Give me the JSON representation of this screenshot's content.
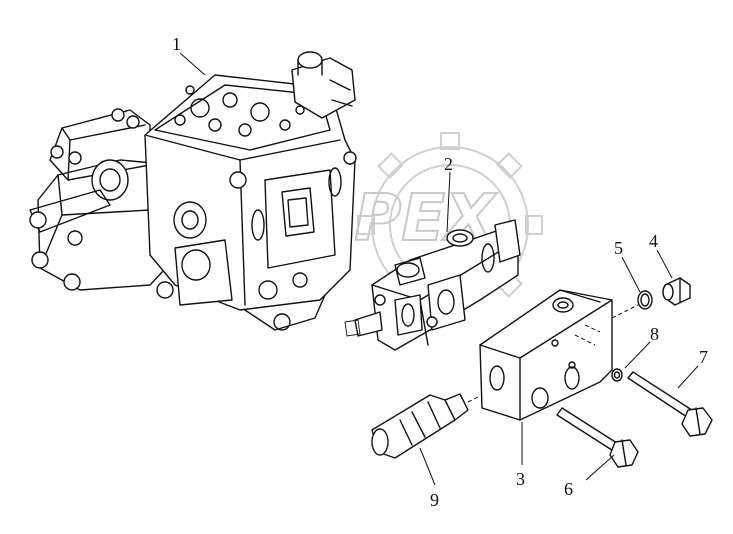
{
  "watermark": {
    "text": "OPEX",
    "icon": "gear-icon"
  },
  "callouts": [
    {
      "id": "1",
      "label": "1"
    },
    {
      "id": "2",
      "label": "2"
    },
    {
      "id": "3",
      "label": "3"
    },
    {
      "id": "4",
      "label": "4"
    },
    {
      "id": "5",
      "label": "5"
    },
    {
      "id": "6",
      "label": "6"
    },
    {
      "id": "7",
      "label": "7"
    },
    {
      "id": "8",
      "label": "8"
    },
    {
      "id": "9",
      "label": "9"
    }
  ]
}
